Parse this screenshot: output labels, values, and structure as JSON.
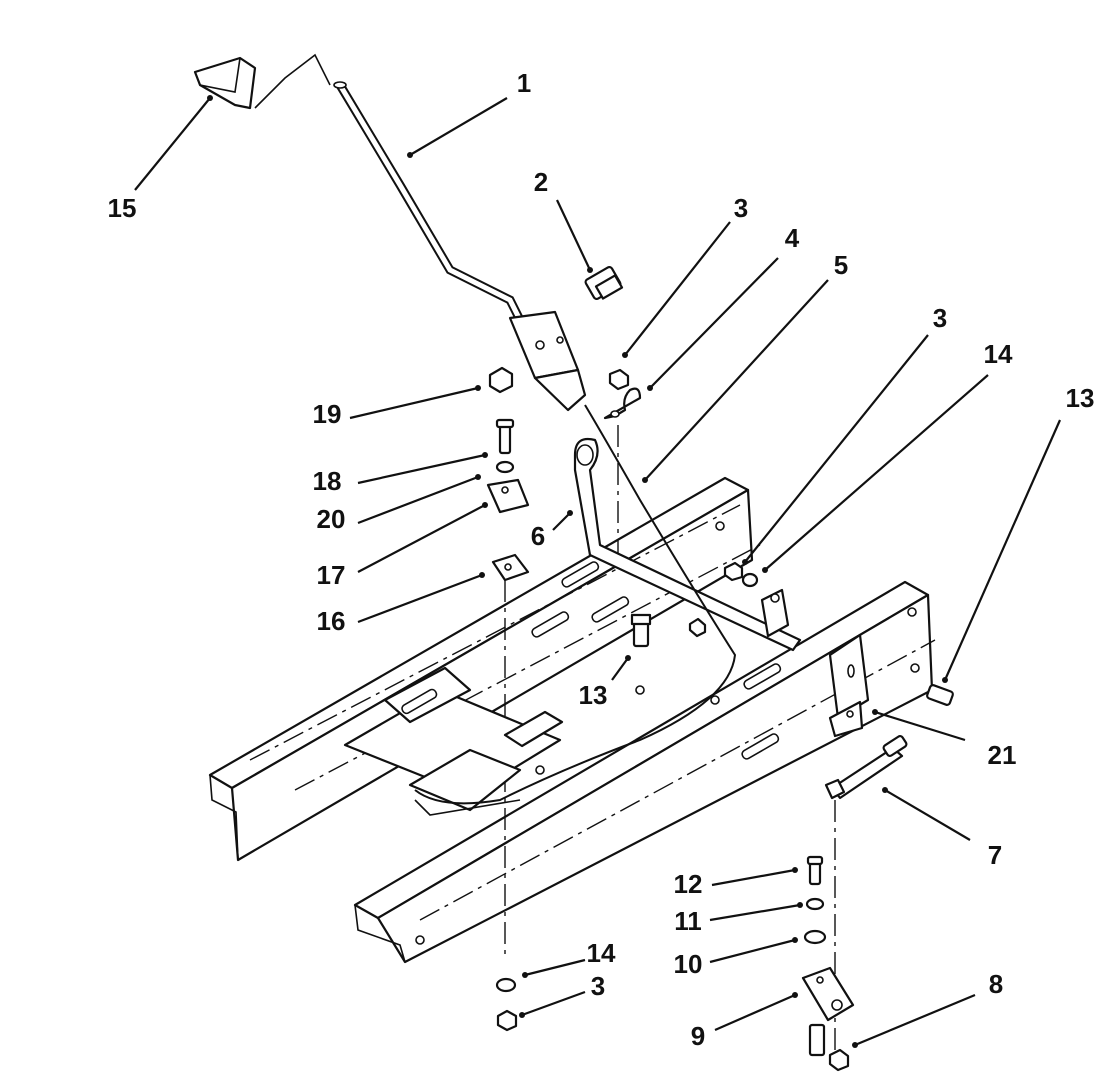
{
  "diagram": {
    "callouts": [
      {
        "key": "c1",
        "label": "1"
      },
      {
        "key": "c2",
        "label": "2"
      },
      {
        "key": "c3a",
        "label": "3"
      },
      {
        "key": "c4",
        "label": "4"
      },
      {
        "key": "c5",
        "label": "5"
      },
      {
        "key": "c3b",
        "label": "3"
      },
      {
        "key": "c14a",
        "label": "14"
      },
      {
        "key": "c13a",
        "label": "13"
      },
      {
        "key": "c15",
        "label": "15"
      },
      {
        "key": "c19",
        "label": "19"
      },
      {
        "key": "c18",
        "label": "18"
      },
      {
        "key": "c20",
        "label": "20"
      },
      {
        "key": "c17",
        "label": "17"
      },
      {
        "key": "c16",
        "label": "16"
      },
      {
        "key": "c6",
        "label": "6"
      },
      {
        "key": "c13b",
        "label": "13"
      },
      {
        "key": "c21",
        "label": "21"
      },
      {
        "key": "c7",
        "label": "7"
      },
      {
        "key": "c12",
        "label": "12"
      },
      {
        "key": "c11",
        "label": "11"
      },
      {
        "key": "c10",
        "label": "10"
      },
      {
        "key": "c14b",
        "label": "14"
      },
      {
        "key": "c3c",
        "label": "3"
      },
      {
        "key": "c8",
        "label": "8"
      },
      {
        "key": "c9",
        "label": "9"
      }
    ],
    "colors": {
      "ink": "#111111",
      "paper": "#ffffff"
    }
  }
}
